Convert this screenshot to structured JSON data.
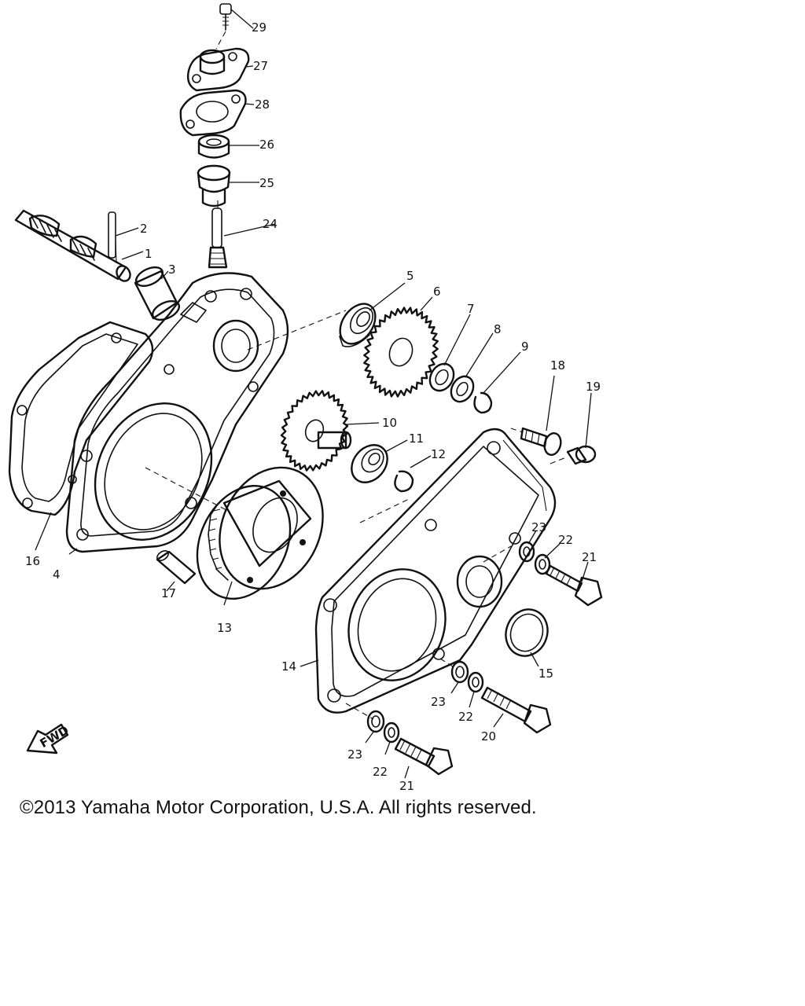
{
  "diagram": {
    "fwd_badge": "FWD",
    "parts": [
      {
        "ref": "1"
      },
      {
        "ref": "2"
      },
      {
        "ref": "3"
      },
      {
        "ref": "4"
      },
      {
        "ref": "5"
      },
      {
        "ref": "6"
      },
      {
        "ref": "7"
      },
      {
        "ref": "8"
      },
      {
        "ref": "9"
      },
      {
        "ref": "10"
      },
      {
        "ref": "11"
      },
      {
        "ref": "12"
      },
      {
        "ref": "13"
      },
      {
        "ref": "14"
      },
      {
        "ref": "15"
      },
      {
        "ref": "16"
      },
      {
        "ref": "17"
      },
      {
        "ref": "18"
      },
      {
        "ref": "19"
      },
      {
        "ref": "20"
      },
      {
        "ref": "21"
      },
      {
        "ref": "21"
      },
      {
        "ref": "22"
      },
      {
        "ref": "22"
      },
      {
        "ref": "22"
      },
      {
        "ref": "23"
      },
      {
        "ref": "23"
      },
      {
        "ref": "23"
      },
      {
        "ref": "24"
      },
      {
        "ref": "25"
      },
      {
        "ref": "26"
      },
      {
        "ref": "27"
      },
      {
        "ref": "28"
      },
      {
        "ref": "29"
      }
    ]
  },
  "footer": {
    "copyright": "©2013 Yamaha Motor Corporation, U.S.A. All rights reserved."
  }
}
